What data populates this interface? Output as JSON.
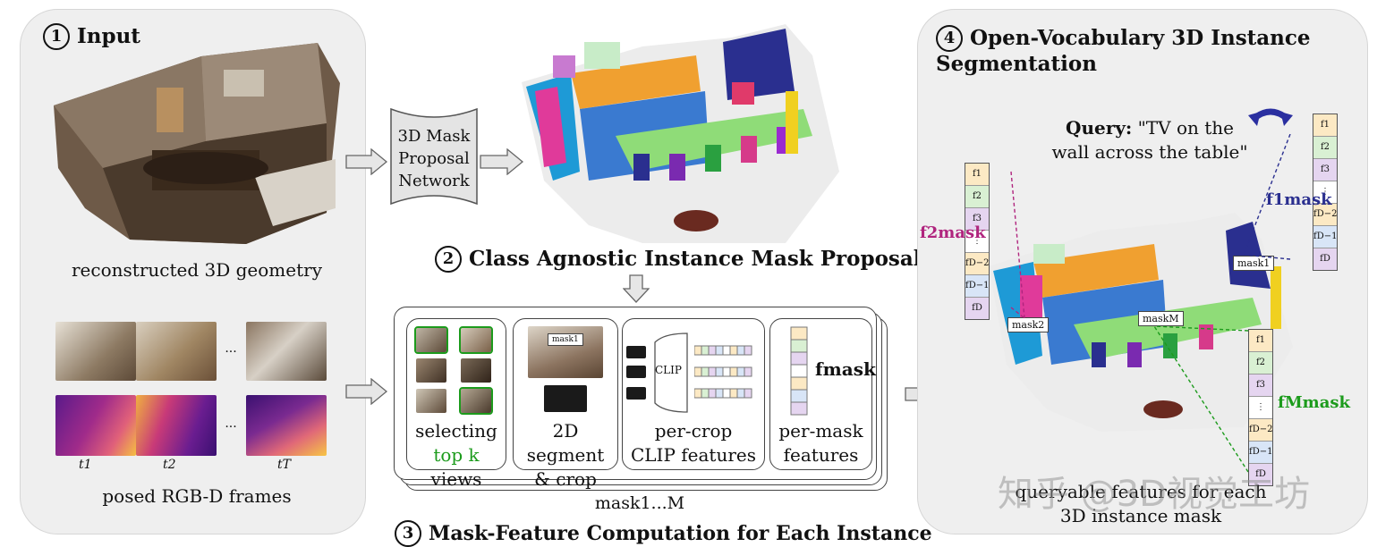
{
  "input": {
    "number": "1",
    "title": "Input",
    "geometry_caption": "reconstructed 3D geometry",
    "frames_caption": "posed RGB-D frames",
    "ellipsis": "...",
    "time_labels": [
      "t1",
      "t2",
      "tT"
    ]
  },
  "proposal_network": {
    "label": "3D Mask Proposal Network"
  },
  "stage2": {
    "number": "2",
    "title": "Class Agnostic Instance Mask Proposals"
  },
  "stage3": {
    "number": "3",
    "title": "Mask-Feature Computation for Each Instance",
    "mask_range": "mask1...M",
    "steps": {
      "selecting": "selecting",
      "topk": "top k",
      "views": "views",
      "segment_line1": "2D segment",
      "segment_line2": "& crop",
      "clip_box": "CLIP",
      "percrop_line1": "per-crop",
      "percrop_line2": "CLIP features",
      "permask_line1": "per-mask",
      "permask_line2": "features",
      "fmask": "fmask",
      "mask1_tag": "mask1"
    }
  },
  "stage4": {
    "number": "4",
    "title": "Open-Vocabulary 3D Instance Segmentation",
    "query_label": "Query:",
    "query_text": "\"TV on the wall across the table\"",
    "tags": {
      "mask1": "mask1",
      "mask2": "mask2",
      "maskM": "maskM"
    },
    "feature_labels": {
      "f1": "f1mask",
      "f2": "f2mask",
      "fM": "fMmask"
    },
    "caption_line1": "queryable features for each",
    "caption_line2": "3D instance mask",
    "watermark": "知乎 @3D视觉工坊"
  },
  "feature_vector": [
    "f1",
    "f2",
    "f3",
    "⋮",
    "fD−2",
    "fD−1",
    "fD"
  ],
  "colors": {
    "panel": "#efefef",
    "green": "#1c9b1c",
    "magenta": "#b0257e",
    "navy": "#2a2f8f",
    "feat_rows": [
      "#fce9c4",
      "#d9f0d3",
      "#e5d5f0",
      "#ffffff",
      "#fce9c4",
      "#d8e5f7",
      "#e5d5f0"
    ]
  }
}
